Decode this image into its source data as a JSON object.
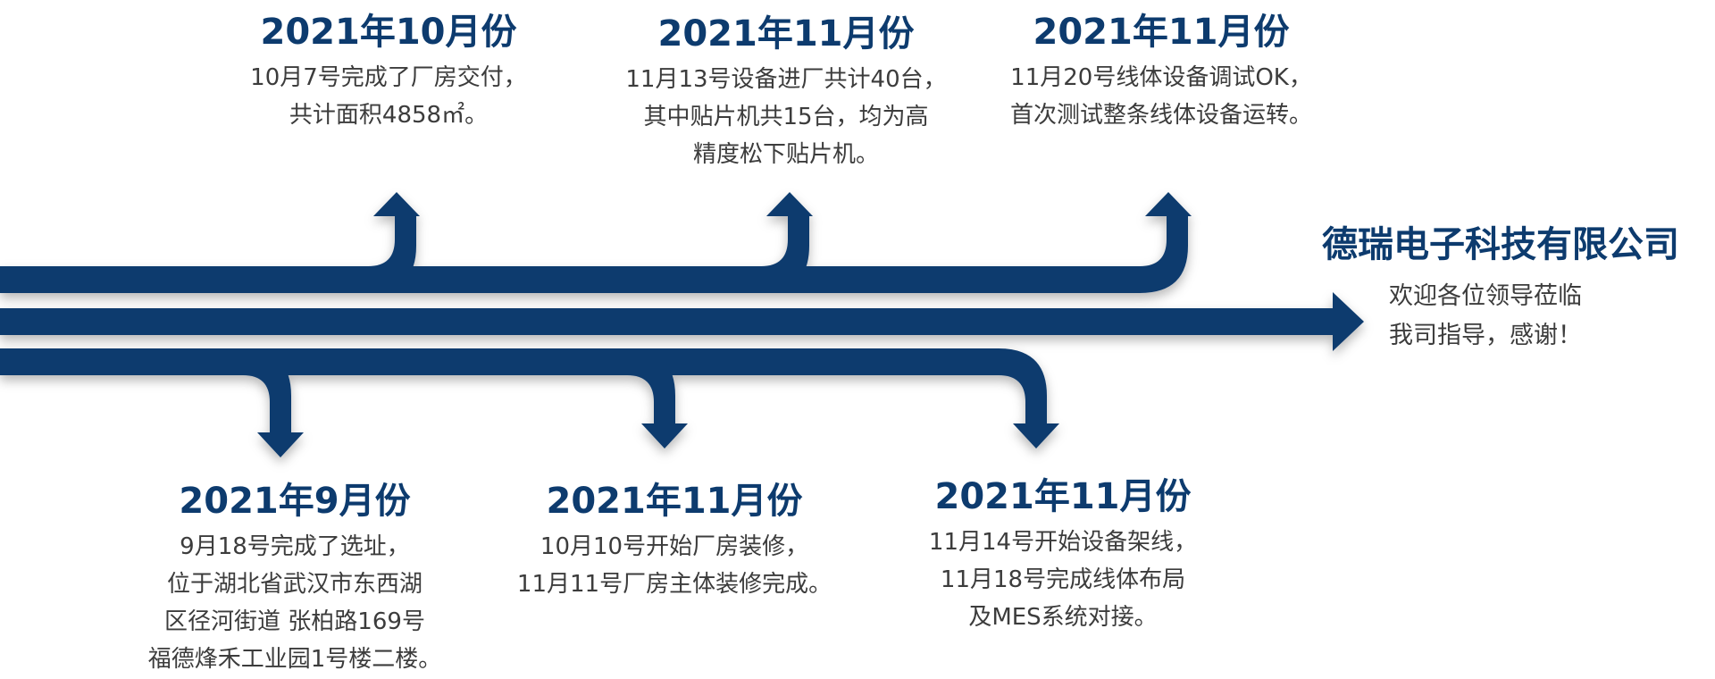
{
  "colors": {
    "primary": "#0d3b6e",
    "text": "#3c3c3c"
  },
  "company": {
    "name": "德瑞电子科技有限公司",
    "welcome_lines": [
      "欢迎各位领导莅临",
      "我司指导，感谢！"
    ]
  },
  "milestones_top": [
    {
      "title": "2021年10月份",
      "lines": [
        "10月7号完成了厂房交付，",
        "共计面积4858㎡。"
      ]
    },
    {
      "title": "2021年11月份",
      "lines": [
        "11月13号设备进厂共计40台，",
        "其中贴片机共15台，均为高",
        "精度松下贴片机。"
      ]
    },
    {
      "title": "2021年11月份",
      "lines": [
        "11月20号线体设备调试OK，",
        "首次测试整条线体设备运转。"
      ]
    }
  ],
  "milestones_bottom": [
    {
      "title": "2021年9月份",
      "lines": [
        "9月18号完成了选址，",
        "位于湖北省武汉市东西湖",
        "区径河街道 张柏路169号",
        "福德烽禾工业园1号楼二楼。"
      ]
    },
    {
      "title": "2021年11月份",
      "lines": [
        "10月10号开始厂房装修，",
        "11月11号厂房主体装修完成。"
      ]
    },
    {
      "title": "2021年11月份",
      "lines": [
        "11月14号开始设备架线，",
        "11月18号完成线体布局",
        "及MES系统对接。"
      ]
    }
  ]
}
